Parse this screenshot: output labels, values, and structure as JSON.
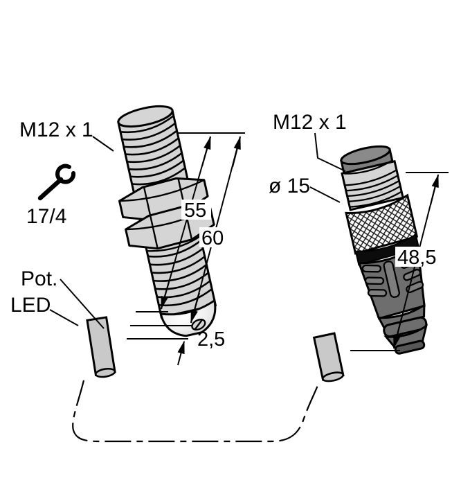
{
  "drawing": {
    "sensor": {
      "thread_label": "M12 x 1",
      "wrench_size_label": "17/4",
      "pot_label": "Pot.",
      "led_label": "LED",
      "dim_thread_length": "55",
      "dim_housing_length": "60",
      "dim_tip_length": "2,5"
    },
    "connector": {
      "thread_label": "M12 x 1",
      "diameter_label": "ø 15",
      "dim_length": "48,5"
    },
    "colors": {
      "outline": "#000000",
      "body_light_gray": "#d5d5d5",
      "connector_gray": "#6e6e6e",
      "connector_cap_gray": "#7d7d7d",
      "black_ring": "#0c0c0c",
      "cable_gray": "#c9c9c9",
      "background": "#ffffff"
    }
  }
}
